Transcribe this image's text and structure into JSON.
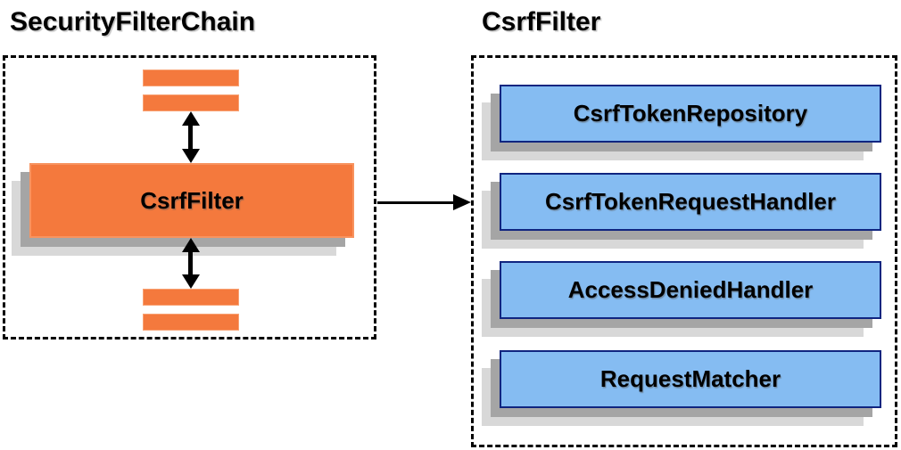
{
  "diagram": {
    "left": {
      "title": "SecurityFilterChain",
      "csrf_filter_label": "CsrfFilter"
    },
    "right": {
      "title": "CsrfFilter",
      "components": [
        {
          "label": "CsrfTokenRepository"
        },
        {
          "label": "CsrfTokenRequestHandler"
        },
        {
          "label": "AccessDeniedHandler"
        },
        {
          "label": "RequestMatcher"
        }
      ]
    },
    "icons": {
      "up_down_arrow": "vertical double-headed arrow",
      "right_arrow": "right-pointing arrow"
    },
    "colors": {
      "orange_fill": "#F4793D",
      "orange_border": "#F8935F",
      "blue_fill": "#85BCF2",
      "blue_border": "#102580",
      "shadow_dark": "#A5A5A5",
      "shadow_light": "#D8D8D8",
      "line": "#000000",
      "background": "#FFFFFF"
    }
  }
}
